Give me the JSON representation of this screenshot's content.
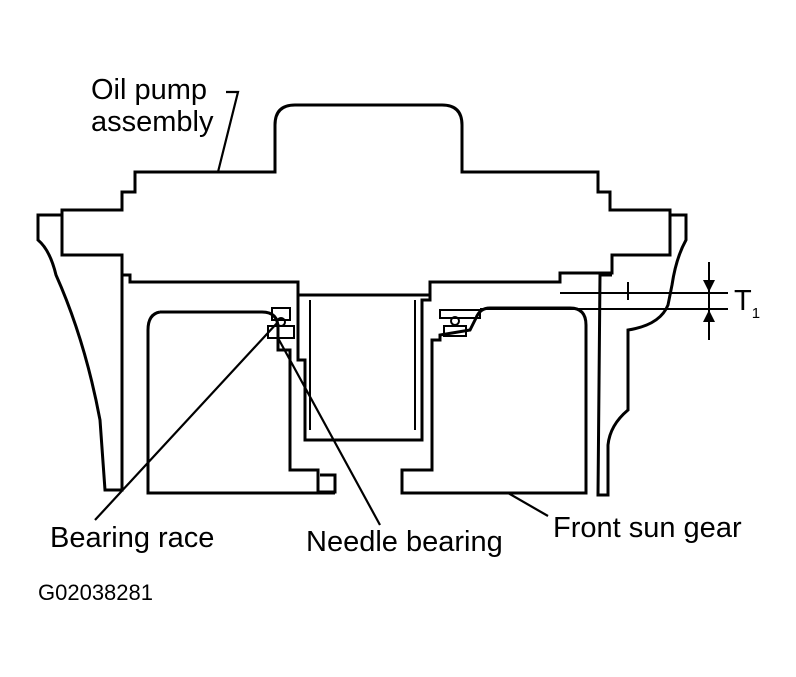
{
  "labels": {
    "oil_pump_line1": "Oil pump",
    "oil_pump_line2": "assembly",
    "bearing_race": "Bearing race",
    "needle_bearing": "Needle bearing",
    "front_sun_gear": "Front sun gear",
    "t1_main": "T",
    "t1_sub": "1",
    "figure_id": "G02038281"
  },
  "icons": {
    "dimension_arrow": "arrow-triangle"
  },
  "colors": {
    "line": "#000000",
    "background": "#ffffff"
  }
}
